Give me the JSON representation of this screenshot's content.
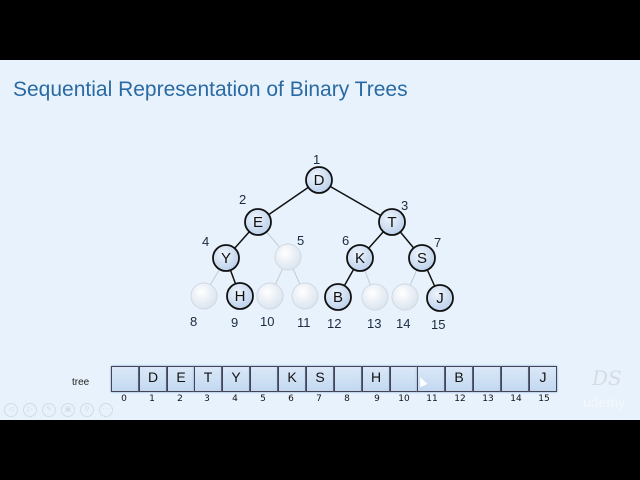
{
  "slide": {
    "title": "Sequential Representation of Binary Trees",
    "background": "#e8f2fc",
    "title_color": "#2a6aa3"
  },
  "tree": {
    "nodes": [
      {
        "index": 1,
        "label": "D",
        "filled": true
      },
      {
        "index": 2,
        "label": "E",
        "filled": true
      },
      {
        "index": 3,
        "label": "T",
        "filled": true
      },
      {
        "index": 4,
        "label": "Y",
        "filled": true
      },
      {
        "index": 5,
        "label": "",
        "filled": false
      },
      {
        "index": 6,
        "label": "K",
        "filled": true
      },
      {
        "index": 7,
        "label": "S",
        "filled": true
      },
      {
        "index": 8,
        "label": "",
        "filled": false
      },
      {
        "index": 9,
        "label": "H",
        "filled": true
      },
      {
        "index": 10,
        "label": "",
        "filled": false
      },
      {
        "index": 11,
        "label": "",
        "filled": false
      },
      {
        "index": 12,
        "label": "B",
        "filled": true
      },
      {
        "index": 13,
        "label": "",
        "filled": false
      },
      {
        "index": 14,
        "label": "",
        "filled": false
      },
      {
        "index": 15,
        "label": "J",
        "filled": true
      }
    ],
    "index_labels": [
      "1",
      "2",
      "3",
      "4",
      "5",
      "6",
      "7",
      "8",
      "9",
      "10",
      "11",
      "12",
      "13",
      "14",
      "15"
    ]
  },
  "array": {
    "name": "tree",
    "cells": [
      "",
      "D",
      "E",
      "T",
      "Y",
      "",
      "K",
      "S",
      "",
      "H",
      "",
      "",
      "B",
      "",
      "",
      "J"
    ],
    "indices": [
      "0",
      "1",
      "2",
      "3",
      "4",
      "5",
      "6",
      "7",
      "8",
      "9",
      "10",
      "11",
      "12",
      "13",
      "14",
      "15"
    ]
  },
  "branding": {
    "logo_text": "DS",
    "platform": "udemy"
  },
  "controls": [
    {
      "icon": "previous-icon",
      "glyph": "◁"
    },
    {
      "icon": "next-icon",
      "glyph": "▷"
    },
    {
      "icon": "pen-icon",
      "glyph": "✎"
    },
    {
      "icon": "slides-icon",
      "glyph": "▣"
    },
    {
      "icon": "zoom-icon",
      "glyph": "⚲"
    },
    {
      "icon": "more-icon",
      "glyph": "⋯"
    }
  ]
}
